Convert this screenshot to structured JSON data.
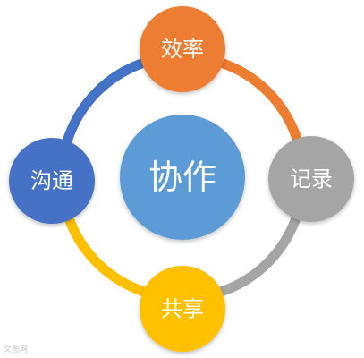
{
  "center": {
    "label": "协作",
    "color": "#5b9bd5"
  },
  "nodes": [
    {
      "id": "top",
      "label": "效率",
      "color": "#ed7d31"
    },
    {
      "id": "right",
      "label": "记录",
      "color": "#a5a5a5"
    },
    {
      "id": "bottom",
      "label": "共享",
      "color": "#ffc000"
    },
    {
      "id": "left",
      "label": "沟通",
      "color": "#4472c4"
    }
  ],
  "ring_colors": {
    "top_right": "#ed7d31",
    "right_bottom": "#a5a5a5",
    "bottom_left": "#ffc000",
    "left_top": "#4472c4"
  },
  "watermark": "文图网"
}
